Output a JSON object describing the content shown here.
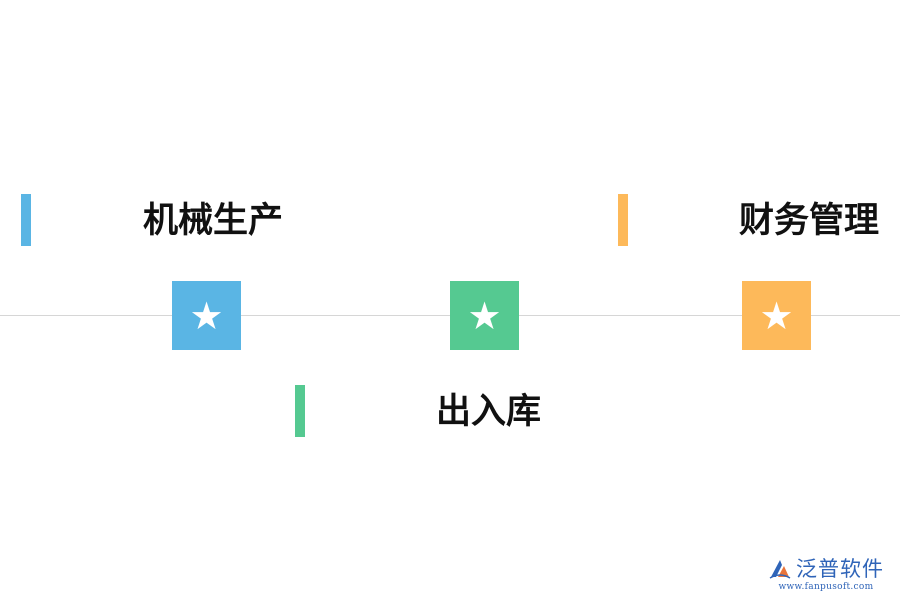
{
  "colors": {
    "blue": "#5ab5e4",
    "green": "#55c991",
    "orange": "#fdb95a",
    "axis": "#d6d6d6",
    "brand": "#2f64b8"
  },
  "nodes": [
    {
      "label": "机械生产",
      "icon": "star-icon",
      "color": "blue"
    },
    {
      "label": "出入库",
      "icon": "star-icon",
      "color": "green"
    },
    {
      "label": "财务管理",
      "icon": "star-icon",
      "color": "orange"
    }
  ],
  "star_glyph": "★",
  "watermark": {
    "brand": "泛普软件",
    "url": "www.fanpusoft.com"
  }
}
